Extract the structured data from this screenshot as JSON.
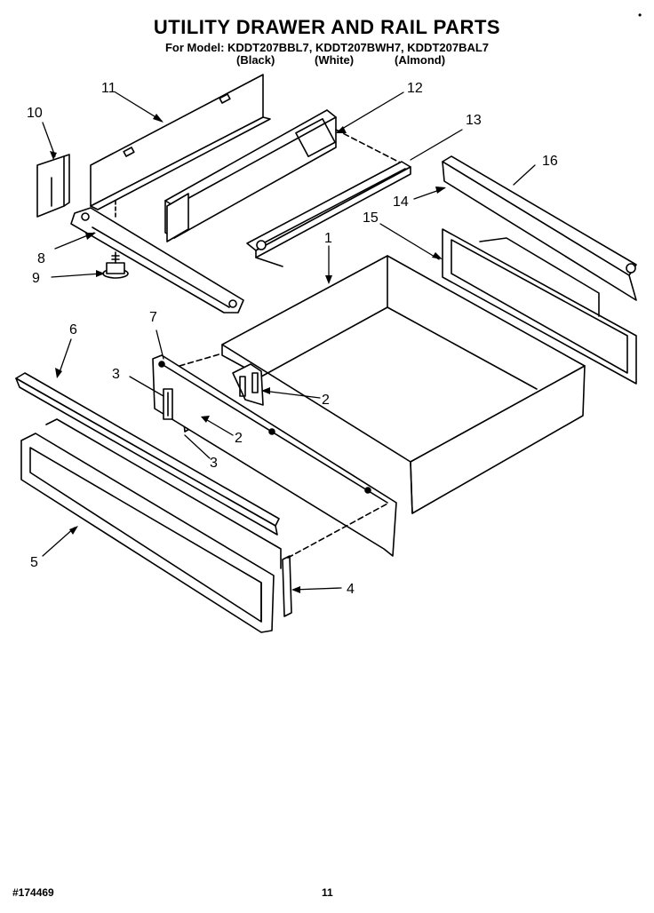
{
  "title": "UTILITY DRAWER AND RAIL PARTS",
  "models_line": "For Model: KDDT207BBL7, KDDT207BWH7, KDDT207BAL7",
  "colors": [
    "(Black)",
    "(White)",
    "(Almond)"
  ],
  "callouts": {
    "c1": "1",
    "c2a": "2",
    "c2b": "2",
    "c3a": "3",
    "c3b": "3",
    "c4": "4",
    "c5": "5",
    "c6": "6",
    "c7": "7",
    "c8": "8",
    "c9": "9",
    "c10": "10",
    "c11": "11",
    "c12": "12",
    "c13": "13",
    "c14": "14",
    "c15": "15",
    "c16": "16"
  },
  "footer": {
    "doc_number": "#174469",
    "page_number": "11"
  },
  "corner_mark": "•"
}
